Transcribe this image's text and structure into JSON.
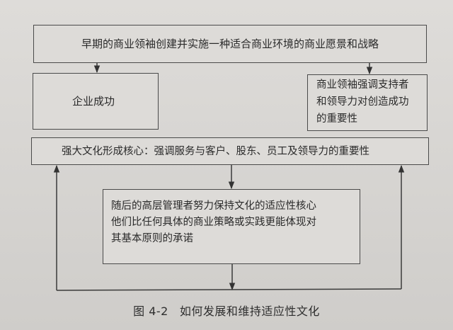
{
  "diagram": {
    "type": "flowchart",
    "nodes": {
      "top": {
        "text": "早期的商业领袖创建并实施一种适合商业环境的商业愿景和战略"
      },
      "left": {
        "text": "企业成功"
      },
      "right": {
        "lines": [
          "商业领袖强调支持者",
          "和领导力对创造成功",
          "的重要性"
        ]
      },
      "core": {
        "text": "强大文化形成核心：强调服务与客户、股东、员工及领导力的重要性"
      },
      "bottom": {
        "lines": [
          "随后的高层管理者努力保持文化的适应性核心",
          "他们比任何具体的商业策略或实践更能体现对",
          "其基本原则的承诺"
        ]
      }
    },
    "edges": [
      {
        "from": "top",
        "to": "left"
      },
      {
        "from": "top",
        "to": "right"
      },
      {
        "from": "core",
        "to": "bottom"
      },
      {
        "from": "bottom",
        "to": "feedback-loop"
      },
      {
        "from": "feedback-loop",
        "to": "core",
        "side": "left"
      },
      {
        "from": "feedback-loop",
        "to": "core",
        "side": "right"
      }
    ],
    "colors": {
      "paper": "#dddbd8",
      "line": "#4a4a4a",
      "text": "#2a2a2a"
    }
  },
  "caption": {
    "figure_number": "图 4-2",
    "title": "如何发展和维持适应性文化"
  }
}
